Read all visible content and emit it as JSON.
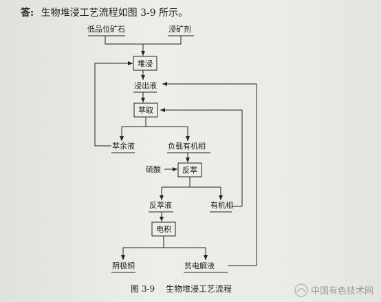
{
  "header": {
    "label": "答:",
    "text": "生物堆浸工艺流程如图 3-9 所示。"
  },
  "diagram": {
    "inputs": {
      "ore": "低品位矿石",
      "reagent": "浸矿剂"
    },
    "heap_leach": "堆浸",
    "pregnant_solution": "浸出液",
    "extraction": "萃取",
    "raffinate": "萃余液",
    "loaded_organic": "负载有机相",
    "sulfuric_acid": "硫酸",
    "stripping": "反萃",
    "strip_liquor": "反萃液",
    "organic_phase": "有机相",
    "electrowinning": "电积",
    "cathode_copper": "阴极铜",
    "spent_electrolyte": "贫电解液"
  },
  "caption": {
    "number": "图 3-9",
    "title": "生物堆浸工艺流程"
  },
  "watermark": {
    "text": "中国有色技术网"
  }
}
